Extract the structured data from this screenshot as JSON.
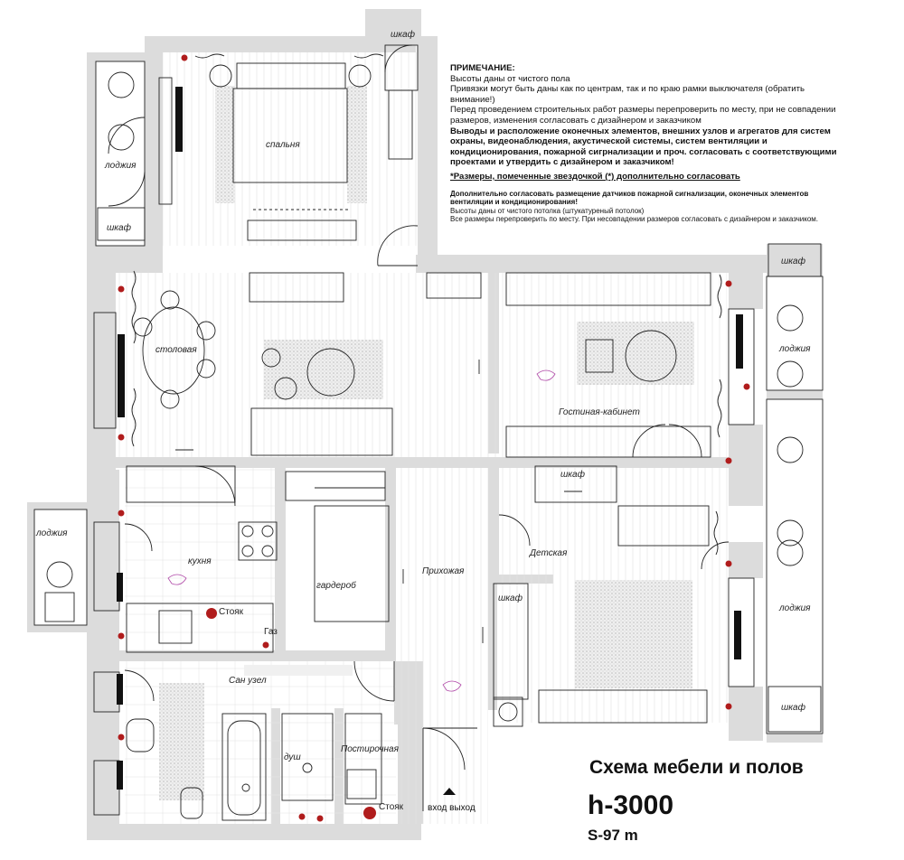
{
  "rooms": {
    "wardrobe_top": "шкаф",
    "bedroom": "спальня",
    "loggia_top_left": "лоджия",
    "wardrobe_top_left": "шкаф",
    "wardrobe_right_top": "шкаф",
    "loggia_right_top": "лоджия",
    "dining": "столовая",
    "living_office": "Гостиная-кабинет",
    "wardrobe_mid": "шкаф",
    "loggia_left": "лоджия",
    "kitchen": "кухня",
    "dressing": "гардероб",
    "hallway": "Прихожая",
    "kids": "Детская",
    "wardrobe_kids": "шкаф",
    "loggia_right_bottom": "лоджия",
    "wardrobe_right_bottom": "шкаф",
    "bathroom": "Сан узел",
    "shower": "душ",
    "laundry": "Постирочная",
    "riser_kitchen": "Стояк",
    "gas": "Газ",
    "riser_bath": "Стояк"
  },
  "notes": {
    "heading": "ПРИМЕЧАНИЕ:",
    "line1": "Высоты даны от чистого пола",
    "line2": "Привязки могут быть даны как по центрам, так и по краю рамки выключателя (обратить внимание!)",
    "line3": "Перед проведением строительных работ размеры перепроверить по месту, при не совпадении размеров, изменения согласовать с дизайнером и заказчиком",
    "line4": "Выводы и расположение оконечных элементов, внешних узлов и агрегатов для систем охраны, видеонаблюдения, акустической системы, систем вентиляции и кондиционирования, пожарной сигрнализации и проч. согласовать с соответствующими проектами и утвердить с дизайнером и заказчиком!",
    "line5": "*Размеры, помеченные звездочкой (*) дополнительно согласовать",
    "line6": "Дополнительно согласовать размещение датчиков пожарной сигнализации, оконечных элементов вентиляции и кондиционирования!",
    "line7": "Высоты даны от чистого потолка (штукатуреный потолок)",
    "line8": "Все размеры перепроверить по месту. При несовпадении размеров согласовать с дизайнером и заказчиком."
  },
  "title": "Схема мебели и полов",
  "height": "h-3000",
  "area": "S-97 m",
  "entry": "вход выход",
  "colors": {
    "wall": "#dcdcdc",
    "line": "#222222",
    "riser": "#b01c1c",
    "rug": "#e4e4e4"
  }
}
